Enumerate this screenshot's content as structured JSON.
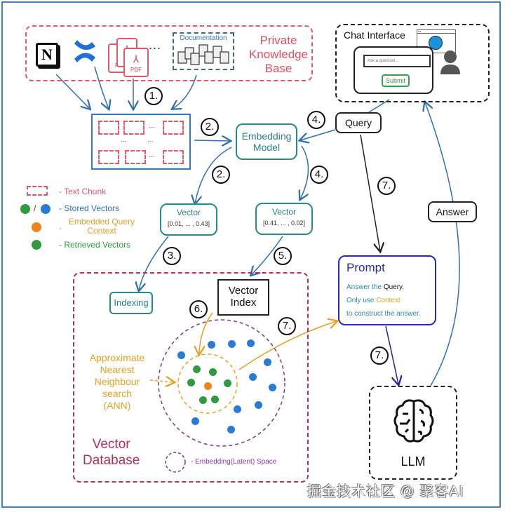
{
  "knowledge_base": {
    "title_lines": [
      "Private",
      "Knowledge",
      "Base"
    ],
    "sources": [
      {
        "name": "Notion",
        "icon": "notion-icon",
        "glyph": "N"
      },
      {
        "name": "Confluence",
        "icon": "confluence-icon"
      },
      {
        "name": "PDF",
        "icon": "pdf-icon",
        "label": "PDF"
      },
      {
        "name": "more",
        "label": "..."
      },
      {
        "name": "Documentation",
        "icon": "documents-icon",
        "label": "Documentation"
      }
    ]
  },
  "chunks": {
    "ellipsis": "..."
  },
  "steps": {
    "s1": "1.",
    "s2": "2.",
    "s3": "3.",
    "s4": "4.",
    "s5": "5.",
    "s6": "6.",
    "s7": "7."
  },
  "embedding_model": {
    "line1": "Embedding",
    "line2": "Model"
  },
  "query": {
    "label": "Query"
  },
  "answer": {
    "label": "Answer"
  },
  "vector_left": {
    "title": "Vector",
    "value": "[0.01, ... , 0.43]"
  },
  "vector_right": {
    "title": "Vector",
    "value": "[0.41, ... , 0.02]"
  },
  "legend": [
    {
      "label": "- Text Chunk",
      "color": "#e05a6a"
    },
    {
      "label": "- Stored Vectors",
      "color": "#2f6fb3",
      "separator": "/"
    },
    {
      "label_line1": "Embedded Query",
      "label_line2": "Context",
      "prefix": "-",
      "color": "#f0901a"
    },
    {
      "label": "- Retrieved Vectors",
      "color": "#2f9a40"
    }
  ],
  "colors": {
    "stored_green": "#2f9a40",
    "stored_blue": "#2a7ad6",
    "query_orange": "#f08418",
    "retrieved_green": "#2f9a40",
    "kb_red": "#e05a6a",
    "teal": "#2a8a8a",
    "prompt_blue": "#2a2ab0",
    "vdb_magenta": "#b0305a"
  },
  "vector_db": {
    "title_lines": [
      "Vector",
      "Database"
    ],
    "indexing": "Indexing",
    "vector_index_lines": [
      "Vector",
      "Index"
    ],
    "ann_lines": [
      "Approximate",
      "Nearest",
      "Neighbour",
      "search",
      "(ANN)"
    ],
    "space_legend": "- Embedding(Latent) Space"
  },
  "chat": {
    "title": "Chat Interface",
    "input_placeholder": "Ask a question...",
    "submit": "Submit"
  },
  "prompt": {
    "title": "Prompt",
    "line1_a": "Answer the ",
    "line1_b": "Query.",
    "line2_a": "Only use ",
    "line2_b": "Context",
    "line3": "to construct the answer."
  },
  "llm": {
    "label": "LLM"
  },
  "watermark": "掘金技术社区 @ 聚客AI"
}
